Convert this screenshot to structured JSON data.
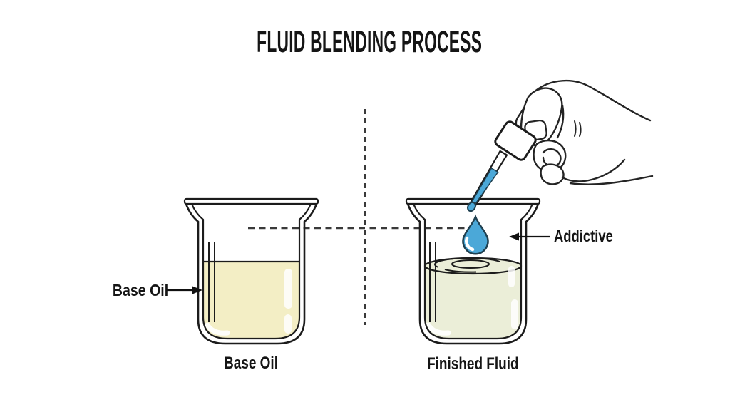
{
  "title": "FLUID BLENDING PROCESS",
  "left_beaker": {
    "caption": "Base Oil",
    "callout_label": "Base Oil",
    "liquid_color": "#f3eec5"
  },
  "right_beaker": {
    "caption": "Finished Fluid",
    "callout_label": "Addictive",
    "liquid_color": "#ebeed8"
  },
  "additive": {
    "drop_color": "#4ba8d8"
  },
  "colors": {
    "outline": "#1c1c1c",
    "guide": "#3a3a3a",
    "drop_outline": "#1f4050",
    "background": "#ffffff"
  }
}
